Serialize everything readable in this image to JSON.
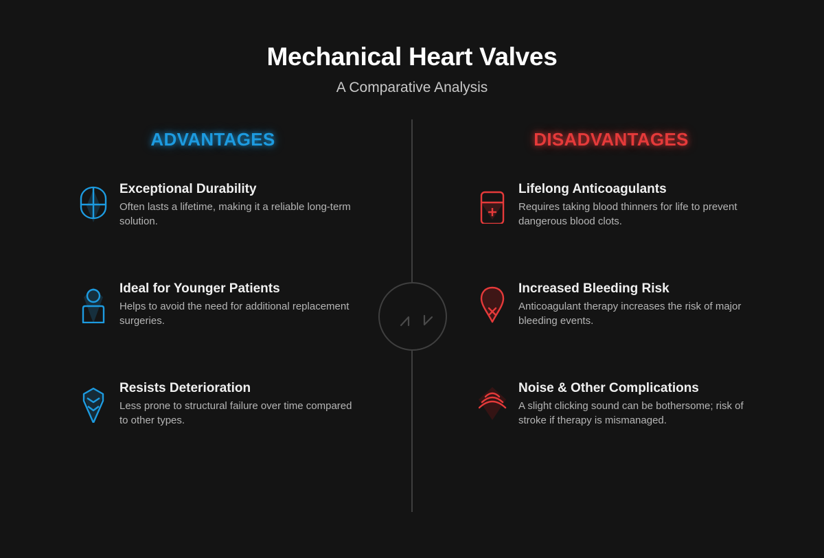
{
  "header": {
    "title": "Mechanical Heart Valves",
    "subtitle": "A Comparative Analysis"
  },
  "colors": {
    "background": "#141414",
    "advantage_accent": "#1d9be0",
    "disadvantage_accent": "#e53a3a",
    "divider": "#3e3e3e"
  },
  "center_badge": {
    "icon": "up-down-arrows-icon"
  },
  "advantages": {
    "heading": "ADVANTAGES",
    "items": [
      {
        "title": "Exceptional Durability",
        "description": "Often lasts a lifetime, making it a reliable long-term solution.",
        "icon": "shield-cross-icon"
      },
      {
        "title": "Ideal for Younger Patients",
        "description": "Helps to avoid the need for additional replacement surgeries.",
        "icon": "person-icon"
      },
      {
        "title": "Resists Deterioration",
        "description": "Less prone to structural failure over time compared to other types.",
        "icon": "chevron-shield-icon"
      }
    ]
  },
  "disadvantages": {
    "heading": "DISADVANTAGES",
    "items": [
      {
        "title": "Lifelong Anticoagulants",
        "description": "Requires taking blood thinners for life to prevent dangerous blood clots.",
        "icon": "pill-bottle-icon"
      },
      {
        "title": "Increased Bleeding Risk",
        "description": "Anticoagulant therapy increases the risk of major bleeding events.",
        "icon": "blood-drop-x-icon"
      },
      {
        "title": "Noise & Other Complications",
        "description": "A slight clicking sound can be bothersome; risk of stroke if therapy is mismanaged.",
        "icon": "sound-waves-icon"
      }
    ]
  }
}
